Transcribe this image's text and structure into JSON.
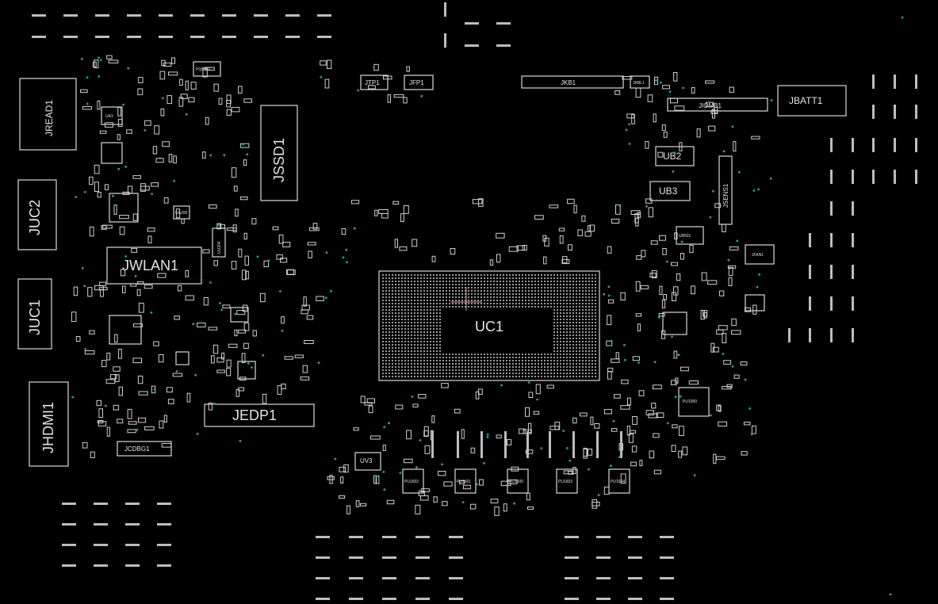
{
  "board": {
    "background": "#000000",
    "outline_color": "#d8d8d8",
    "via_color": "#1fa3a8"
  },
  "labels": {
    "jread1": "JREAD1",
    "juc2": "JUC2",
    "juc1": "JUC1",
    "jhdmi1": "JHDMI1",
    "jcdbg1": "JCDBG1",
    "jwlan1": "JWLAN1",
    "jssd1": "JSSD1",
    "jedp1": "JEDP1",
    "uc1": "UC1",
    "jtp1": "JTP1",
    "jfp1": "JFP1",
    "jkb1": "JKB1",
    "jkbl1": "JKBL1",
    "jiomb1": "JIOMB1",
    "jbatt1": "JBATT1",
    "ub2": "UB2",
    "ub3": "UB3",
    "jsens1": "JSENS1",
    "jfan1": "JFAN1",
    "uv3": "UV3",
    "pu1000": "PU1000",
    "uu204": "UU204",
    "pq6002": "PQ6002",
    "ua1": "UA1",
    "ua200": "UA200",
    "ub501": "UB501",
    "pu1602": "PU1602",
    "pu1601": "PU1601",
    "pu1600": "PU1600",
    "pu1603": "PU1603",
    "pu1604": "PU1604"
  }
}
